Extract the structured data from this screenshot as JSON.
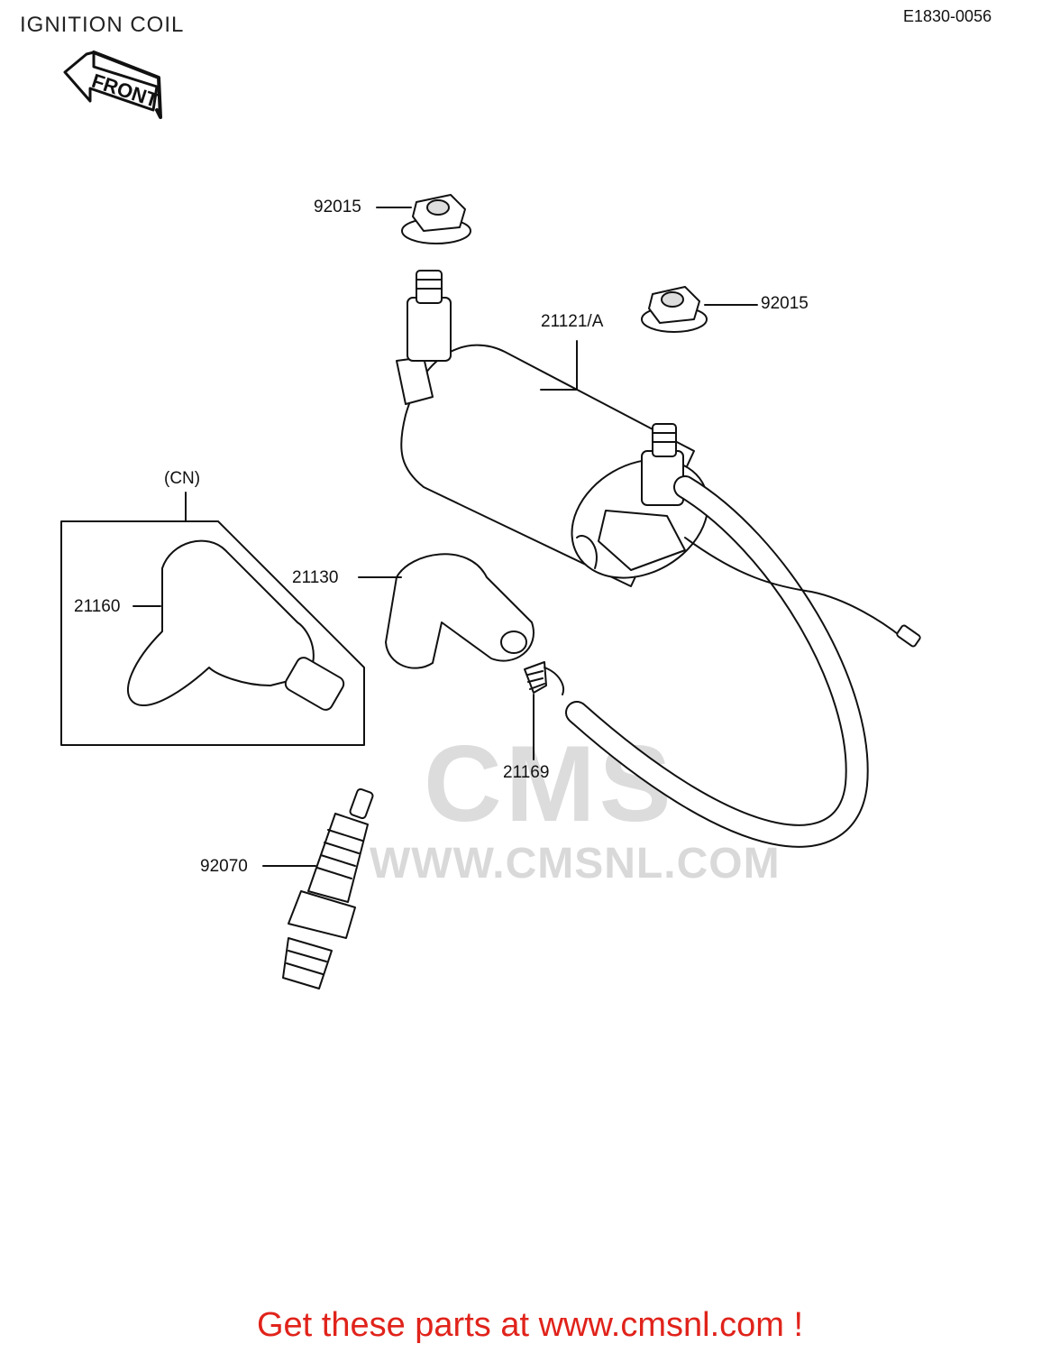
{
  "title": "IGNITION COIL",
  "ref_code": "E1830-0056",
  "front_label": "FRONT",
  "group_label": "(CN)",
  "watermark": {
    "logo": "CMS",
    "url": "WWW.CMSNL.COM"
  },
  "parts": [
    {
      "id": "nut_top",
      "label": "92015"
    },
    {
      "id": "nut_right",
      "label": "92015"
    },
    {
      "id": "coil",
      "label": "21121/A"
    },
    {
      "id": "cap_cn",
      "label": "21160"
    },
    {
      "id": "cap",
      "label": "21130"
    },
    {
      "id": "spring",
      "label": "21169"
    },
    {
      "id": "plug",
      "label": "92070"
    }
  ],
  "footer": "Get these parts at www.cmsnl.com !"
}
